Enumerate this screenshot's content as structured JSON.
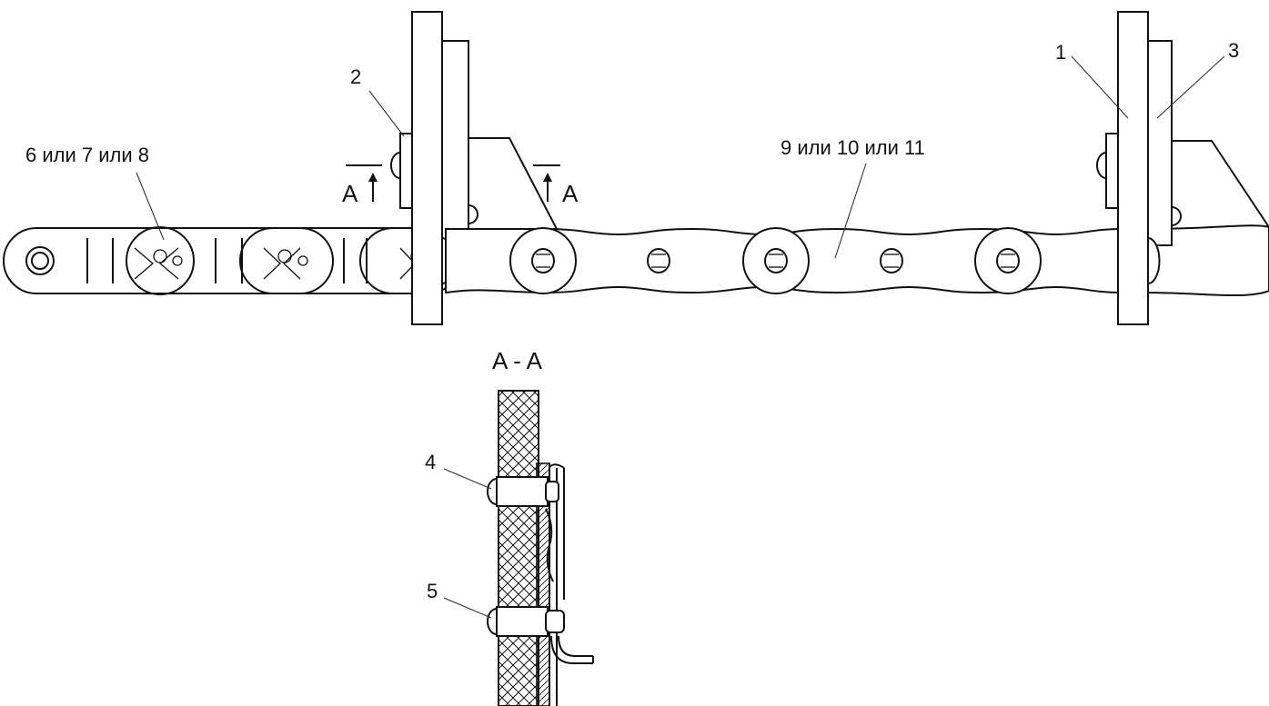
{
  "labels": {
    "part_1": "1",
    "part_2": "2",
    "part_3": "3",
    "part_4": "4",
    "part_5": "5",
    "parts_6_7_8": "6 или 7 или 8",
    "parts_9_10_11": "9 или 10 или 11",
    "section_mark_left": "A",
    "section_mark_right": "A",
    "section_title": "A - A"
  },
  "colors": {
    "line": "#111111",
    "background": "#ffffff"
  }
}
